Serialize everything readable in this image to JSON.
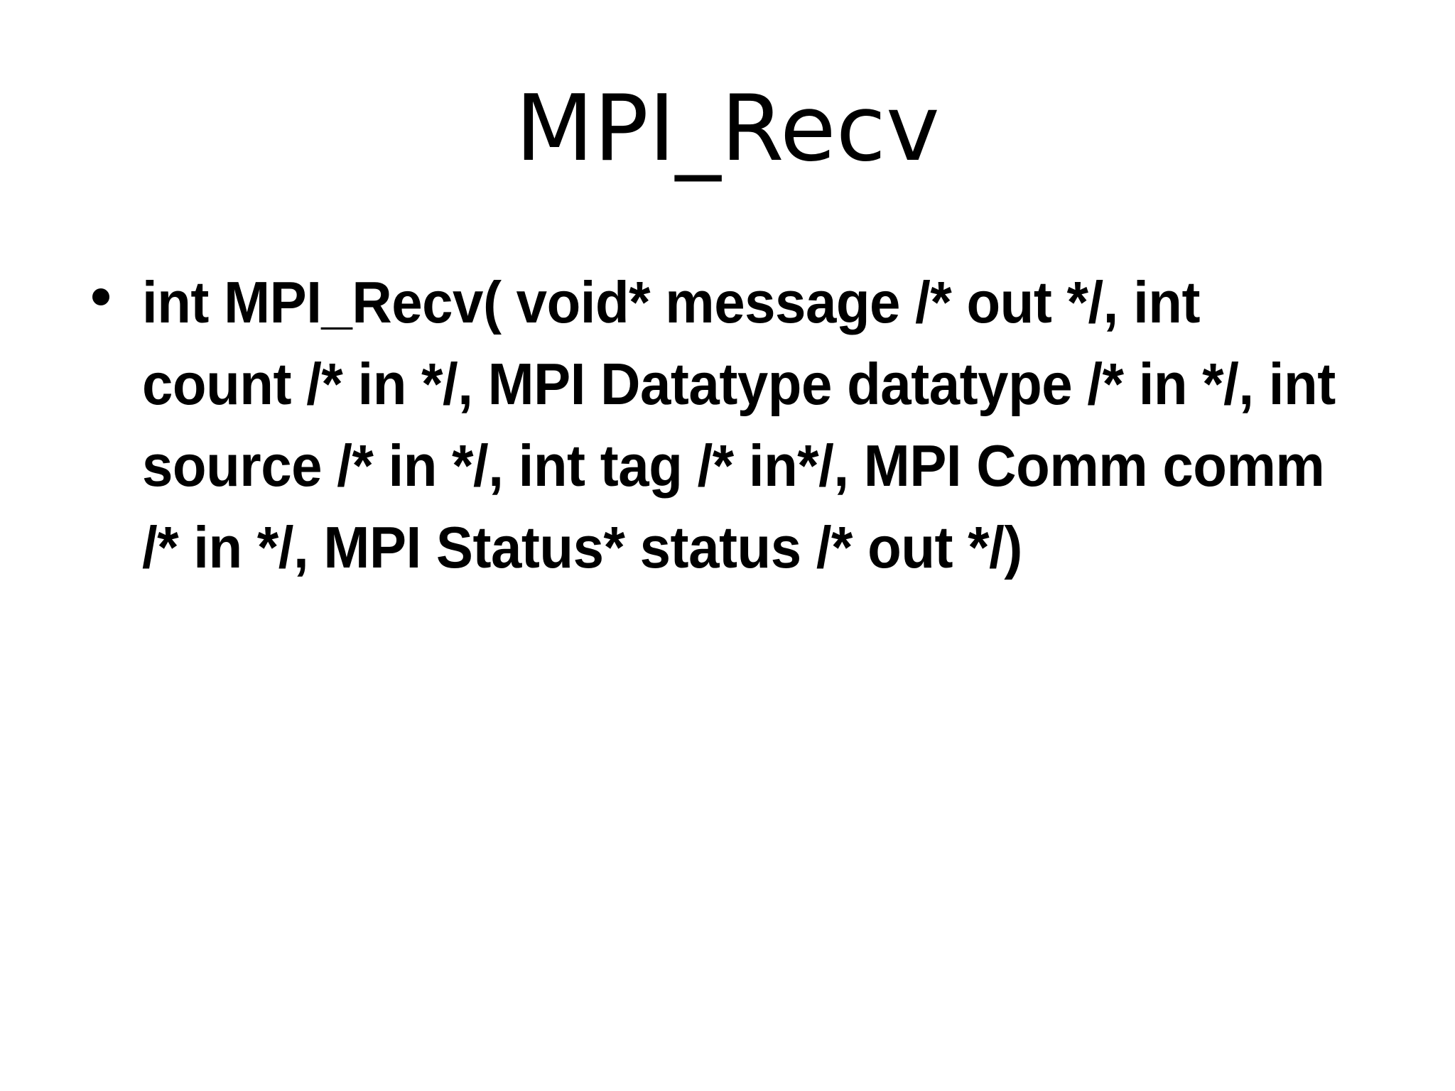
{
  "slide": {
    "background_color": "#ffffff",
    "text_color": "#000000",
    "title": "MPI_Recv",
    "bullets": [
      {
        "marker": "bullet-dot",
        "text": "int MPI_Recv( void* message /* out */, int count /* in */, MPI Datatype datatype /* in */, int source /* in */, int tag /* in*/, MPI Comm comm /* in */, MPI Status* status /* out */)",
        "rendered_lines": [
          "int MPI_Recv( void* message /* out */, int",
          "count /* in */, MPI Datatype datatype /* in",
          "*/, int source /* in */, int tag /* in*/, MPI",
          "Comm comm /* in */, MPI Status* status /*",
          "out */)"
        ]
      }
    ]
  }
}
